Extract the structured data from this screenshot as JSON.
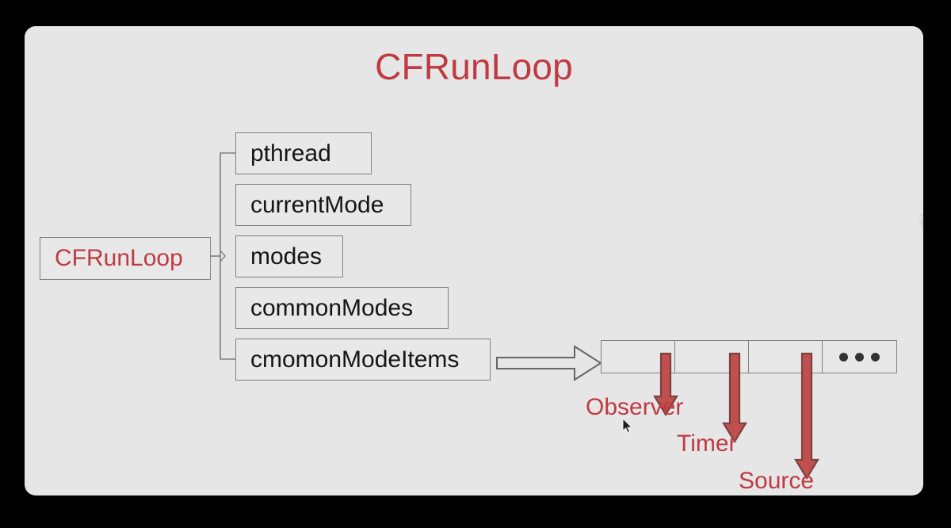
{
  "slide": {
    "title": "CFRunLoop",
    "background_color": "#e6e6e6",
    "accent_color": "#bf3a41",
    "text_color": "#151515",
    "border_color": "#808080"
  },
  "diagram": {
    "root": {
      "label": "CFRunLoop"
    },
    "fields": [
      {
        "label": "pthread"
      },
      {
        "label": "currentMode"
      },
      {
        "label": "modes"
      },
      {
        "label": "commonModes"
      },
      {
        "label": "cmomonModeItems"
      }
    ],
    "items_table": {
      "cells": [
        {
          "label": ""
        },
        {
          "label": ""
        },
        {
          "label": ""
        },
        {
          "label": "•••"
        }
      ]
    },
    "item_labels": [
      {
        "label": "Observer"
      },
      {
        "label": "Timer"
      },
      {
        "label": "Source"
      }
    ],
    "connector_arrow": "block-arrow-right"
  },
  "watermark": {
    "text": "薇讠"
  },
  "cursor": {
    "icon": "mouse-pointer"
  }
}
